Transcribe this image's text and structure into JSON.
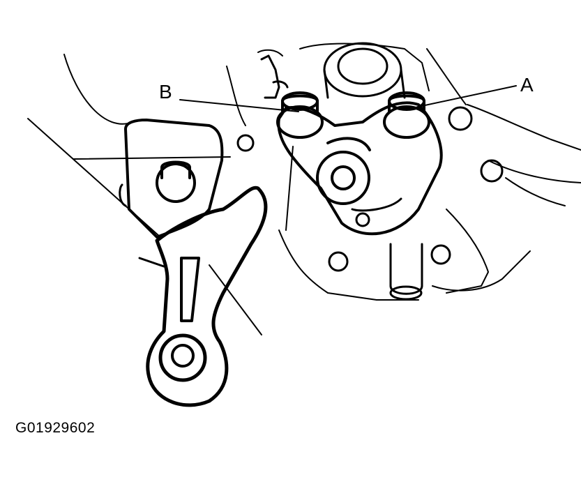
{
  "callouts": {
    "a": "A",
    "b": "B"
  },
  "figure_id": "G01929602",
  "colors": {
    "line": "#000000",
    "background": "#ffffff"
  }
}
